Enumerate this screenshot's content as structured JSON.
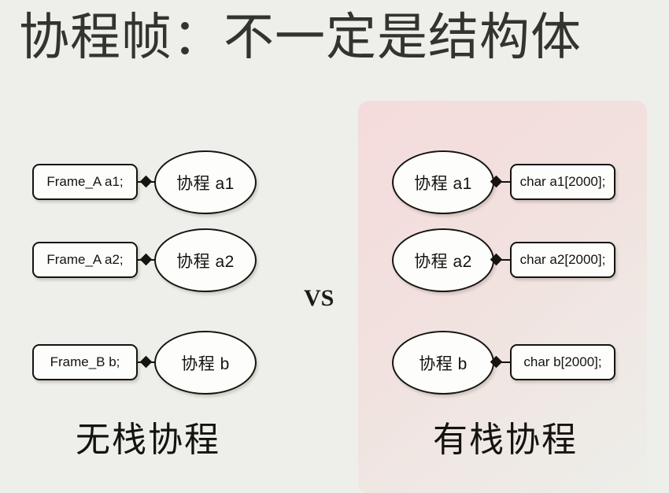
{
  "slide": {
    "title": "协程帧：不一定是结构体",
    "background_color": "#eeeeea",
    "highlight_panel_color": "#f4dcdc",
    "versus_label": "VS"
  },
  "left_section": {
    "caption": "无栈协程",
    "rows": [
      {
        "frame_label": "Frame_A a1;",
        "coroutine_label": "协程 a1"
      },
      {
        "frame_label": "Frame_A a2;",
        "coroutine_label": "协程 a2"
      },
      {
        "frame_label": "Frame_B b;",
        "coroutine_label": "协程 b"
      }
    ]
  },
  "right_section": {
    "caption": "有栈协程",
    "rows": [
      {
        "coroutine_label": "协程 a1",
        "stack_label": "char a1[2000];"
      },
      {
        "coroutine_label": "协程 a2",
        "stack_label": "char a2[2000];"
      },
      {
        "coroutine_label": "协程 b",
        "stack_label": "char b[2000];"
      }
    ]
  }
}
